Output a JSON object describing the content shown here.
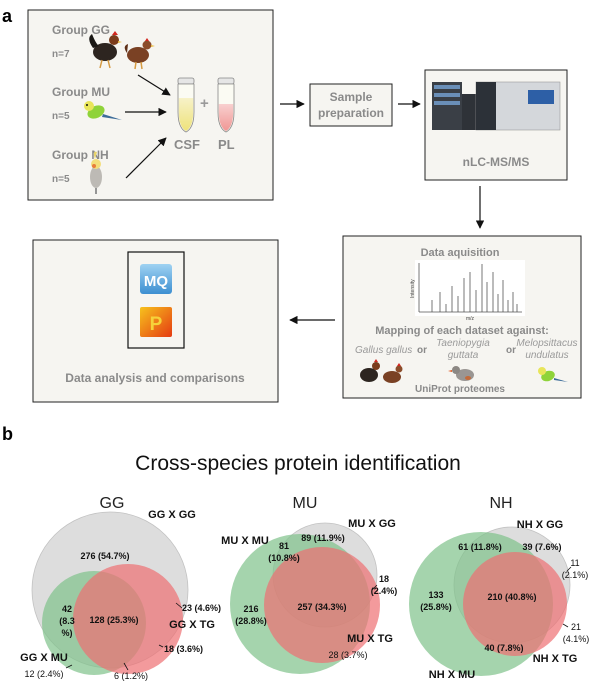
{
  "panel_a": {
    "letter": "a",
    "groups": [
      {
        "name": "Group GG",
        "n": "n=7"
      },
      {
        "name": "Group MU",
        "n": "n=5"
      },
      {
        "name": "Group NH",
        "n": "n=5"
      }
    ],
    "plus": "+",
    "csf": "CSF",
    "pl": "PL",
    "sample_prep_line1": "Sample",
    "sample_prep_line2": "preparation",
    "nlc": "nLC-MS/MS",
    "data_acq": "Data aquisition",
    "spectrum_ylabel": "Intensity",
    "spectrum_xlabel": "m/z",
    "mapping": "Mapping of each dataset against:",
    "species1": "Gallus gallus",
    "or1": "or",
    "species2_line1": "Taeniopygia",
    "species2_line2": "guttata",
    "or2": "or",
    "species3_line1": "Melopsittacus",
    "species3_line2": "undulatus",
    "uniprot": "UniProt proteomes",
    "mq_logo": "MQ",
    "p_logo": "P",
    "data_analysis": "Data analysis and comparisons"
  },
  "panel_b": {
    "letter": "b",
    "title": "Cross-species protein identification",
    "venns": [
      {
        "header": "GG",
        "labels": {
          "gray": "GG X GG",
          "green": "GG X MU",
          "red": "GG X TG"
        },
        "values": {
          "gray_only": "276 (54.7%)",
          "green_gray_1": "42",
          "green_gray_2": "(8.3",
          "green_gray_3": "%)",
          "center": "128 (25.3%)",
          "red_gray": "23 (4.6%)",
          "red_only": "18 (3.6%)",
          "green_only": "12 (2.4%)",
          "green_red": "6 (1.2%)"
        }
      },
      {
        "header": "MU",
        "labels": {
          "gray": "MU X GG",
          "green": "MU X MU",
          "red": "MU X TG"
        },
        "values": {
          "gray_only": "89 (11.9%)",
          "green_gray_1": "81",
          "green_gray_2": "(10.8%)",
          "green_only_1": "216",
          "green_only_2": "(28.8%)",
          "center": "257 (34.3%)",
          "red_gray_1": "18",
          "red_gray_2": "(2.4%)",
          "red_only": "28 (3.7%)"
        }
      },
      {
        "header": "NH",
        "labels": {
          "gray": "NH X GG",
          "green": "NH X MU",
          "red": "NH X TG"
        },
        "values": {
          "gray_only": "39 (7.6%)",
          "green_gray": "61 (11.8%)",
          "green_only_1": "133",
          "green_only_2": "(25.8%)",
          "center": "210 (40.8%)",
          "red_gray_1": "11",
          "red_gray_2": "(2.1%)",
          "red_only_1": "21",
          "red_only_2": "(4.1%)",
          "green_red": "40 (7.8%)"
        }
      }
    ]
  }
}
